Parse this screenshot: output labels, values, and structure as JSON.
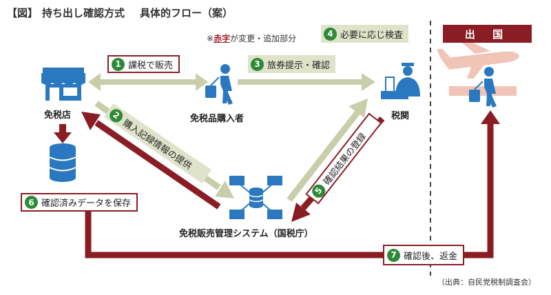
{
  "title": {
    "bracket": "【図】",
    "main": "持ち出し確認方式",
    "sub": "具体的フロー（案）"
  },
  "note": {
    "prefix": "※",
    "red": "赤字",
    "suffix": "が変更・追加部分"
  },
  "nodes": {
    "store": "免税店",
    "buyer": "免税品購入者",
    "customs": "税関",
    "system": "免税販売管理システム（国税庁）",
    "exit": "出 国"
  },
  "steps": [
    {
      "num": "1",
      "label": "課税で販売"
    },
    {
      "num": "2",
      "label": "購入記録情報の提供"
    },
    {
      "num": "3",
      "label": "旅券提示・確認"
    },
    {
      "num": "4",
      "label": "必要に応じ検査"
    },
    {
      "num": "5",
      "label": "確認結果の登録"
    },
    {
      "num": "6",
      "label": "確認済みデータを保存"
    },
    {
      "num": "7",
      "label": "確認後、返金"
    }
  ],
  "source": "（出典：自民党税制調査会）",
  "colors": {
    "accent_red": "#8a1c24",
    "green_arrow": "#c8ceaa",
    "icon_blue": "#2a78c0",
    "step_green": "#2e8a38"
  }
}
